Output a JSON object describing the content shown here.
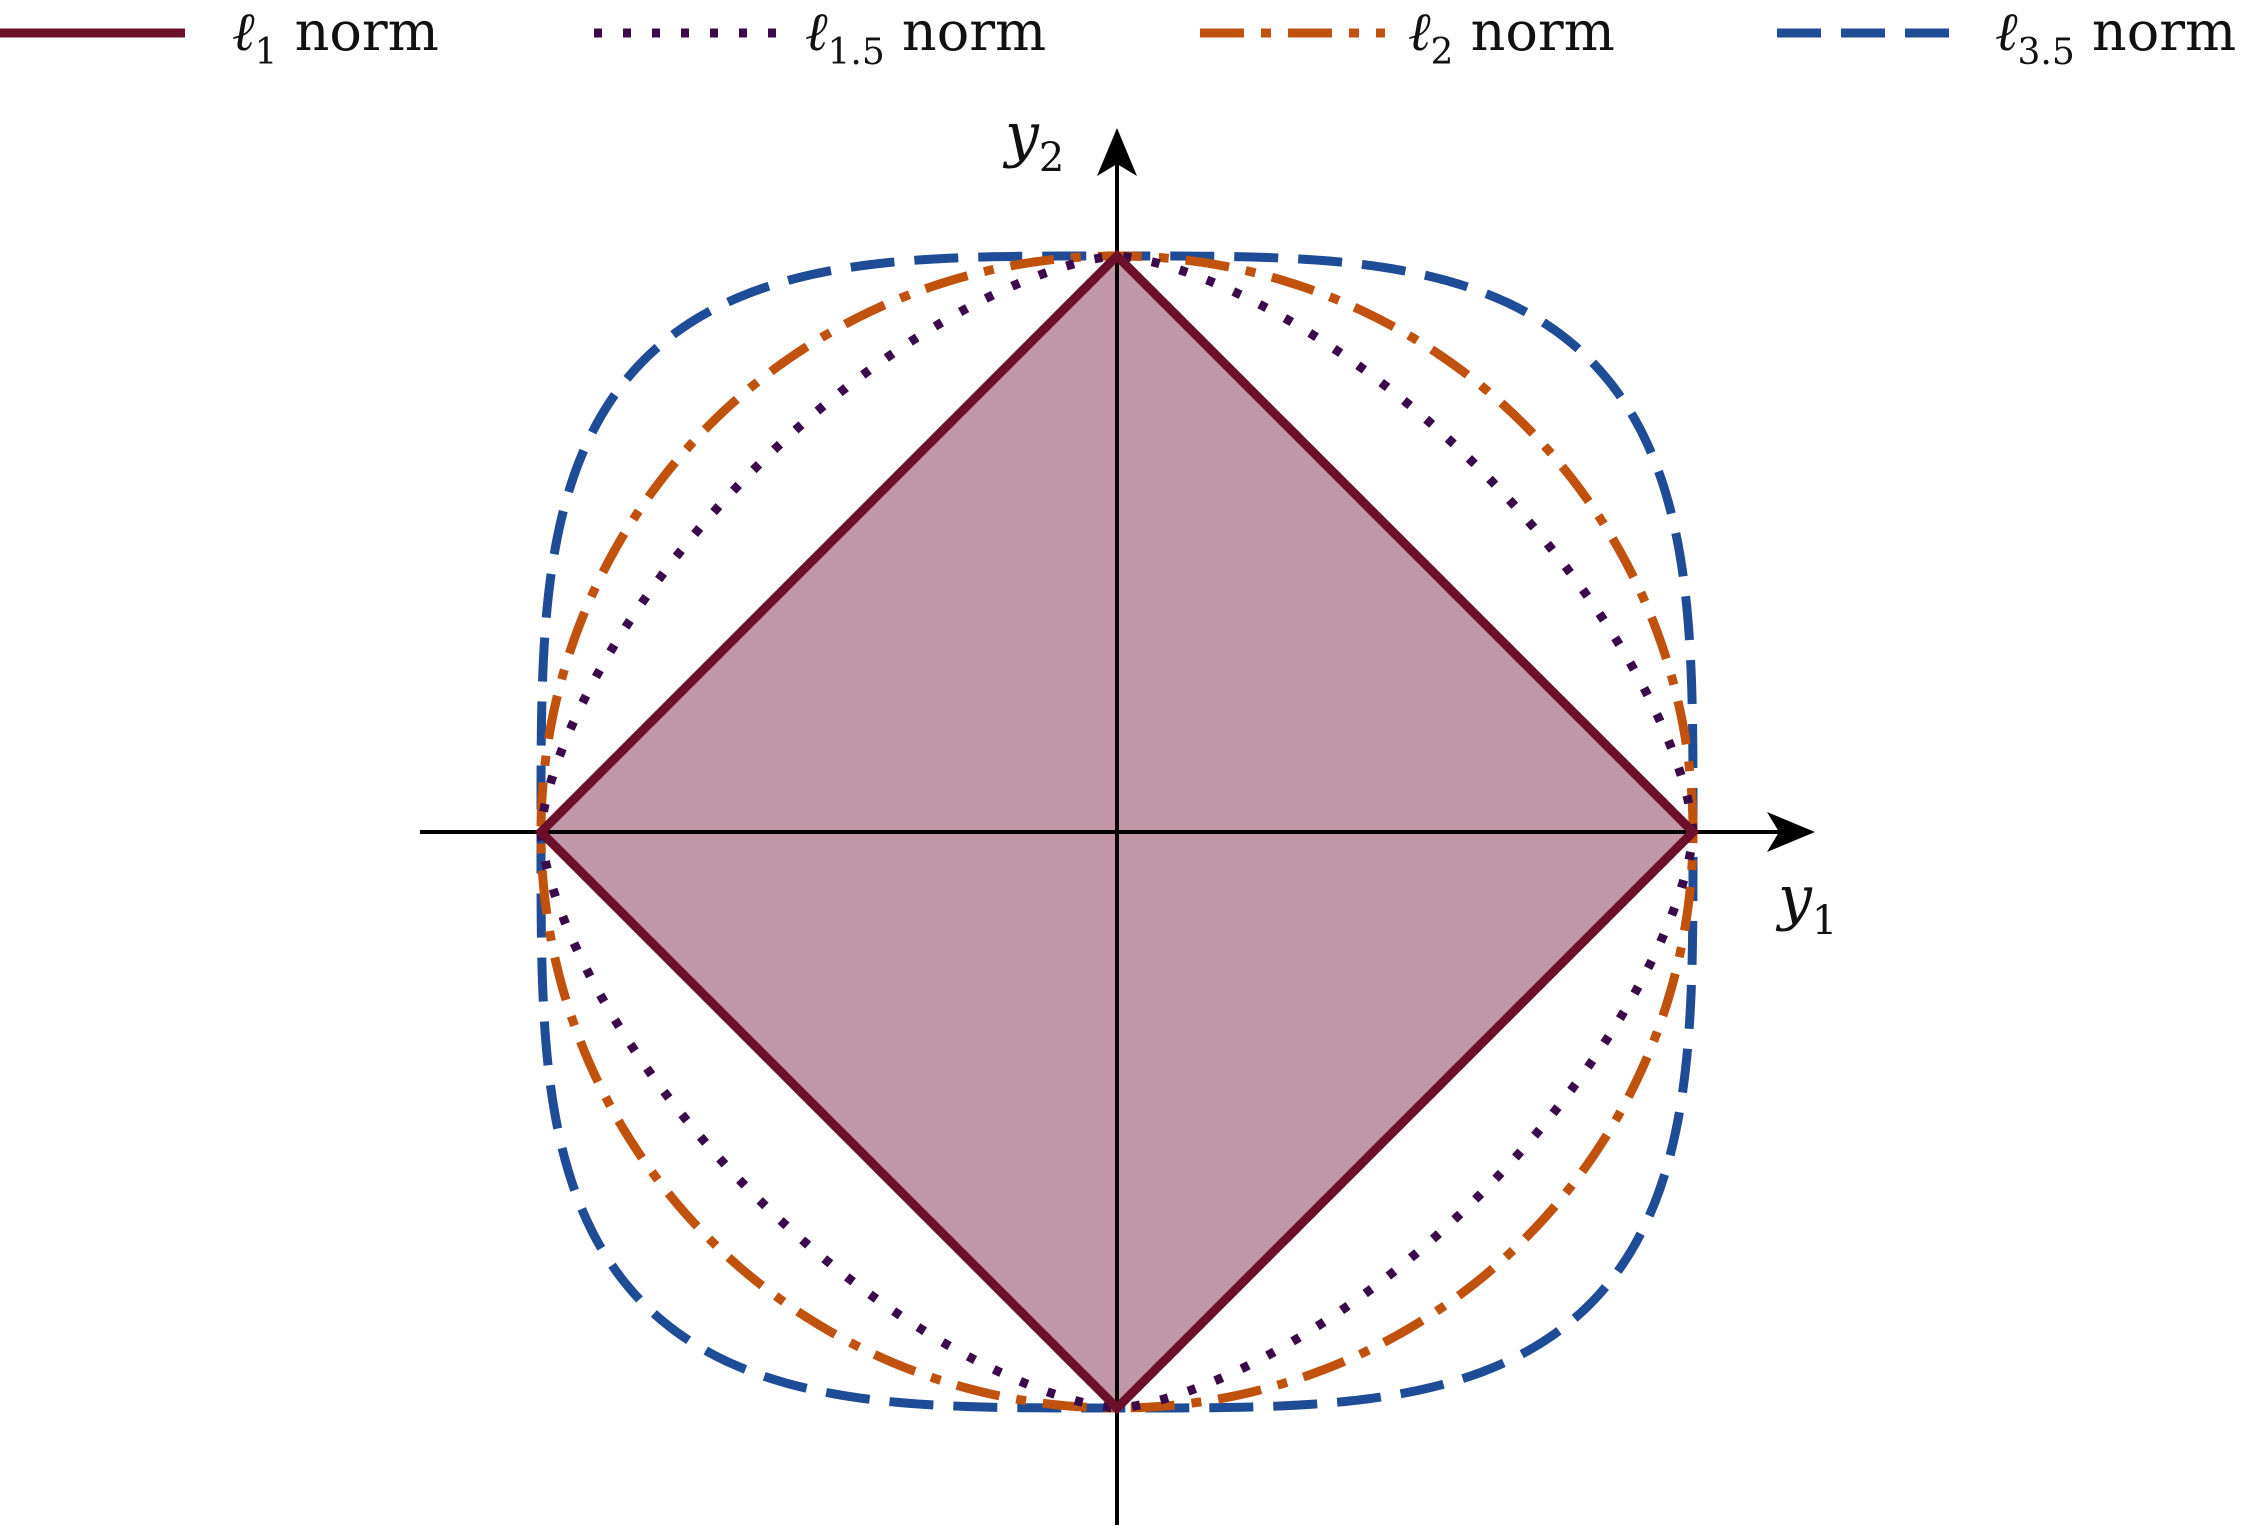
{
  "chart_data": {
    "type": "line",
    "title": "",
    "xlabel": {
      "base": "y",
      "sub": "1"
    },
    "ylabel": {
      "base": "y",
      "sub": "2"
    },
    "xlim": [
      -1.2,
      1.2
    ],
    "ylim": [
      -1.2,
      1.2
    ],
    "grid": false,
    "legend_position": "top",
    "series": [
      {
        "label_base": "ℓ",
        "label_sub": "1",
        "label_suffix": " norm",
        "p": 1,
        "color": "#6b0f2a",
        "dash": "solid",
        "filled": true,
        "fill_color": "#c196a6"
      },
      {
        "label_base": "ℓ",
        "label_sub": "1.5",
        "label_suffix": " norm",
        "p": 1.5,
        "color": "#3b0a4a",
        "dash": "dotted",
        "filled": false
      },
      {
        "label_base": "ℓ",
        "label_sub": "2",
        "label_suffix": " norm",
        "p": 2,
        "color": "#c1520e",
        "dash": "dashdot",
        "filled": false
      },
      {
        "label_base": "ℓ",
        "label_sub": "3.5",
        "label_suffix": " norm",
        "p": 3.5,
        "color": "#1f4c96",
        "dash": "dashed",
        "filled": false
      }
    ],
    "unit_radius": 1
  }
}
